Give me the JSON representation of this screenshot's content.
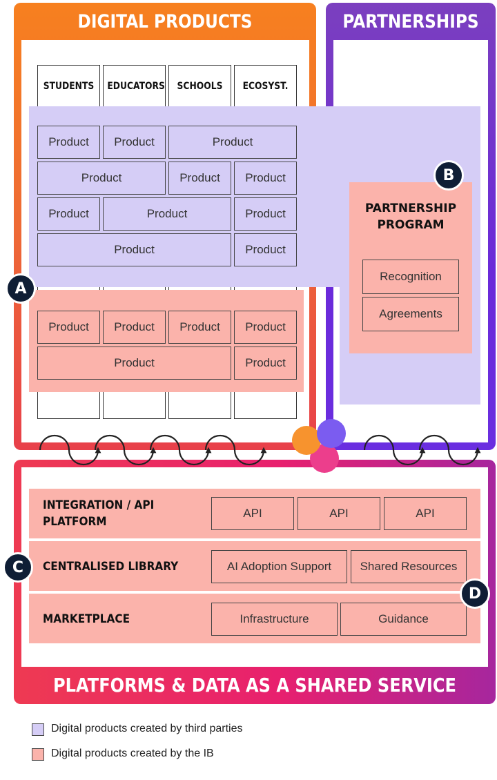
{
  "digital_products": {
    "title": "DIGITAL PRODUCTS",
    "columns": [
      "STUDENTS",
      "EDUCATORS",
      "SCHOOLS",
      "ECOSYST."
    ],
    "third_party_products": [
      "Product",
      "Product",
      "Product",
      "Product",
      "Product",
      "Product",
      "Product",
      "Product",
      "Product",
      "Product",
      "Product"
    ],
    "ib_products": [
      "Product",
      "Product",
      "Product",
      "Product",
      "Product",
      "Product"
    ]
  },
  "partnerships": {
    "title": "PARTNERSHIPS",
    "program_title": "PARTNERSHIP PROGRAM",
    "items": [
      "Recognition",
      "Agreements"
    ]
  },
  "platforms": {
    "title": "PLATFORMS & DATA AS A SHARED SERVICE",
    "rows": [
      {
        "label": "INTEGRATION / API PLATFORM",
        "items": [
          "API",
          "API",
          "API"
        ]
      },
      {
        "label": "CENTRALISED LIBRARY",
        "items": [
          "AI Adoption Support",
          "Shared Resources"
        ]
      },
      {
        "label": "MARKETPLACE",
        "items": [
          "Infrastructure",
          "Guidance"
        ]
      }
    ]
  },
  "markers": [
    "A",
    "B",
    "C",
    "D"
  ],
  "legend": [
    {
      "label": "Digital products created by third parties",
      "color": "#d5cdf6"
    },
    {
      "label": "Digital products created by the IB",
      "color": "#fbb3ab"
    }
  ],
  "colors": {
    "digital_orange": "#f7801f",
    "partnership_purple": "#6a2ad9",
    "platform_pink": "#e8206e",
    "third_party_fill": "#d5cdf6",
    "ib_fill": "#fbb3ab",
    "marker_navy": "#0f1e35"
  }
}
